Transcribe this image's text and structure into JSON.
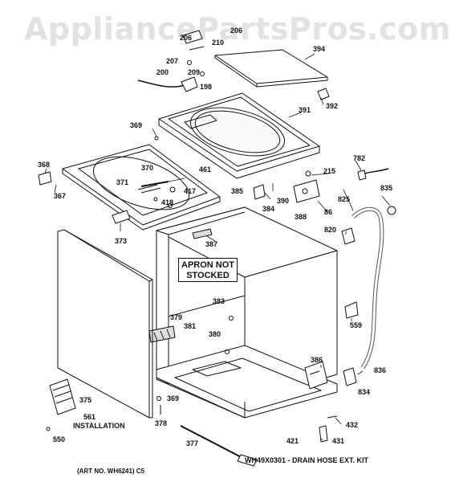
{
  "watermark": "AppliancePartsPros.com",
  "apron_note": [
    "APRON NOT",
    "STOCKED"
  ],
  "installation_label": "INSTALLATION",
  "art_no": "(ART NO. WH6241) C5",
  "kit_note": "WH49X0301 - DRAIN HOSE EXT. KIT",
  "part_labels": [
    {
      "id": "206a",
      "text": "206"
    },
    {
      "id": "206b",
      "text": "206"
    },
    {
      "id": "210",
      "text": "210"
    },
    {
      "id": "394",
      "text": "394"
    },
    {
      "id": "207",
      "text": "207"
    },
    {
      "id": "209",
      "text": "209"
    },
    {
      "id": "200",
      "text": "200"
    },
    {
      "id": "198",
      "text": "198"
    },
    {
      "id": "392",
      "text": "392"
    },
    {
      "id": "391",
      "text": "391"
    },
    {
      "id": "369a",
      "text": "369"
    },
    {
      "id": "782",
      "text": "782"
    },
    {
      "id": "368",
      "text": "368"
    },
    {
      "id": "215",
      "text": "215"
    },
    {
      "id": "461",
      "text": "461"
    },
    {
      "id": "370",
      "text": "370"
    },
    {
      "id": "835",
      "text": "835"
    },
    {
      "id": "371",
      "text": "371"
    },
    {
      "id": "417",
      "text": "417"
    },
    {
      "id": "385",
      "text": "385"
    },
    {
      "id": "390",
      "text": "390"
    },
    {
      "id": "367",
      "text": "367"
    },
    {
      "id": "418",
      "text": "418"
    },
    {
      "id": "384",
      "text": "384"
    },
    {
      "id": "825",
      "text": "825"
    },
    {
      "id": "388",
      "text": "388"
    },
    {
      "id": "86",
      "text": "86"
    },
    {
      "id": "820",
      "text": "820"
    },
    {
      "id": "373",
      "text": "373"
    },
    {
      "id": "387",
      "text": "387"
    },
    {
      "id": "383",
      "text": "383"
    },
    {
      "id": "379",
      "text": "379"
    },
    {
      "id": "381",
      "text": "381"
    },
    {
      "id": "559",
      "text": "559"
    },
    {
      "id": "380",
      "text": "380"
    },
    {
      "id": "386",
      "text": "386"
    },
    {
      "id": "836",
      "text": "836"
    },
    {
      "id": "834",
      "text": "834"
    },
    {
      "id": "375",
      "text": "375"
    },
    {
      "id": "369b",
      "text": "369"
    },
    {
      "id": "378",
      "text": "378"
    },
    {
      "id": "561",
      "text": "561"
    },
    {
      "id": "432",
      "text": "432"
    },
    {
      "id": "550",
      "text": "550"
    },
    {
      "id": "377",
      "text": "377"
    },
    {
      "id": "421",
      "text": "421"
    },
    {
      "id": "431",
      "text": "431"
    }
  ]
}
